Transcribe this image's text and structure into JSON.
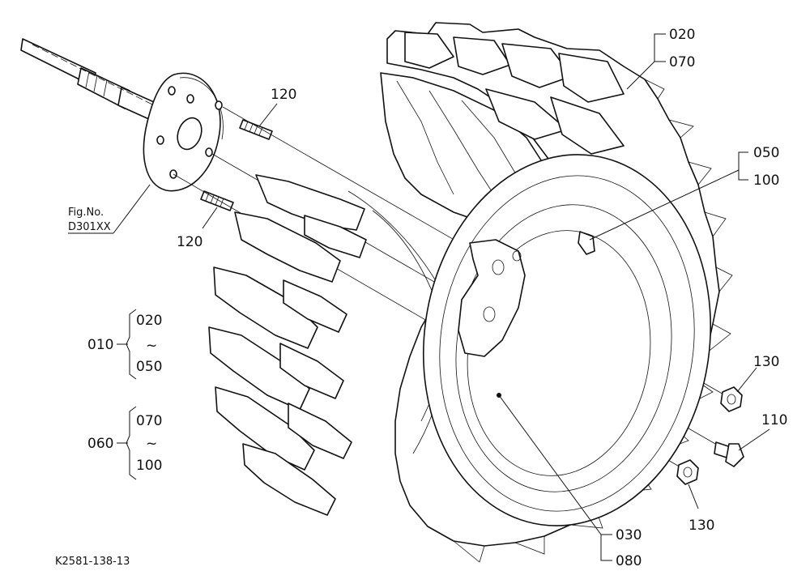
{
  "callouts": {
    "c020_top": "020",
    "c070_top": "070",
    "c120_upper": "120",
    "c120_lower": "120",
    "c050": "050",
    "c100": "100",
    "c130_right": "130",
    "c110": "110",
    "c130_lower": "130",
    "c030": "030",
    "c080": "080"
  },
  "fig_ref": {
    "line1": "Fig.No.",
    "line2": "D301XX"
  },
  "assemblies": [
    {
      "number": "010",
      "from": "020",
      "tilde": "~",
      "to": "050"
    },
    {
      "number": "060",
      "from": "070",
      "tilde": "~",
      "to": "100"
    }
  ],
  "diagram_code": "K2581-138-13"
}
